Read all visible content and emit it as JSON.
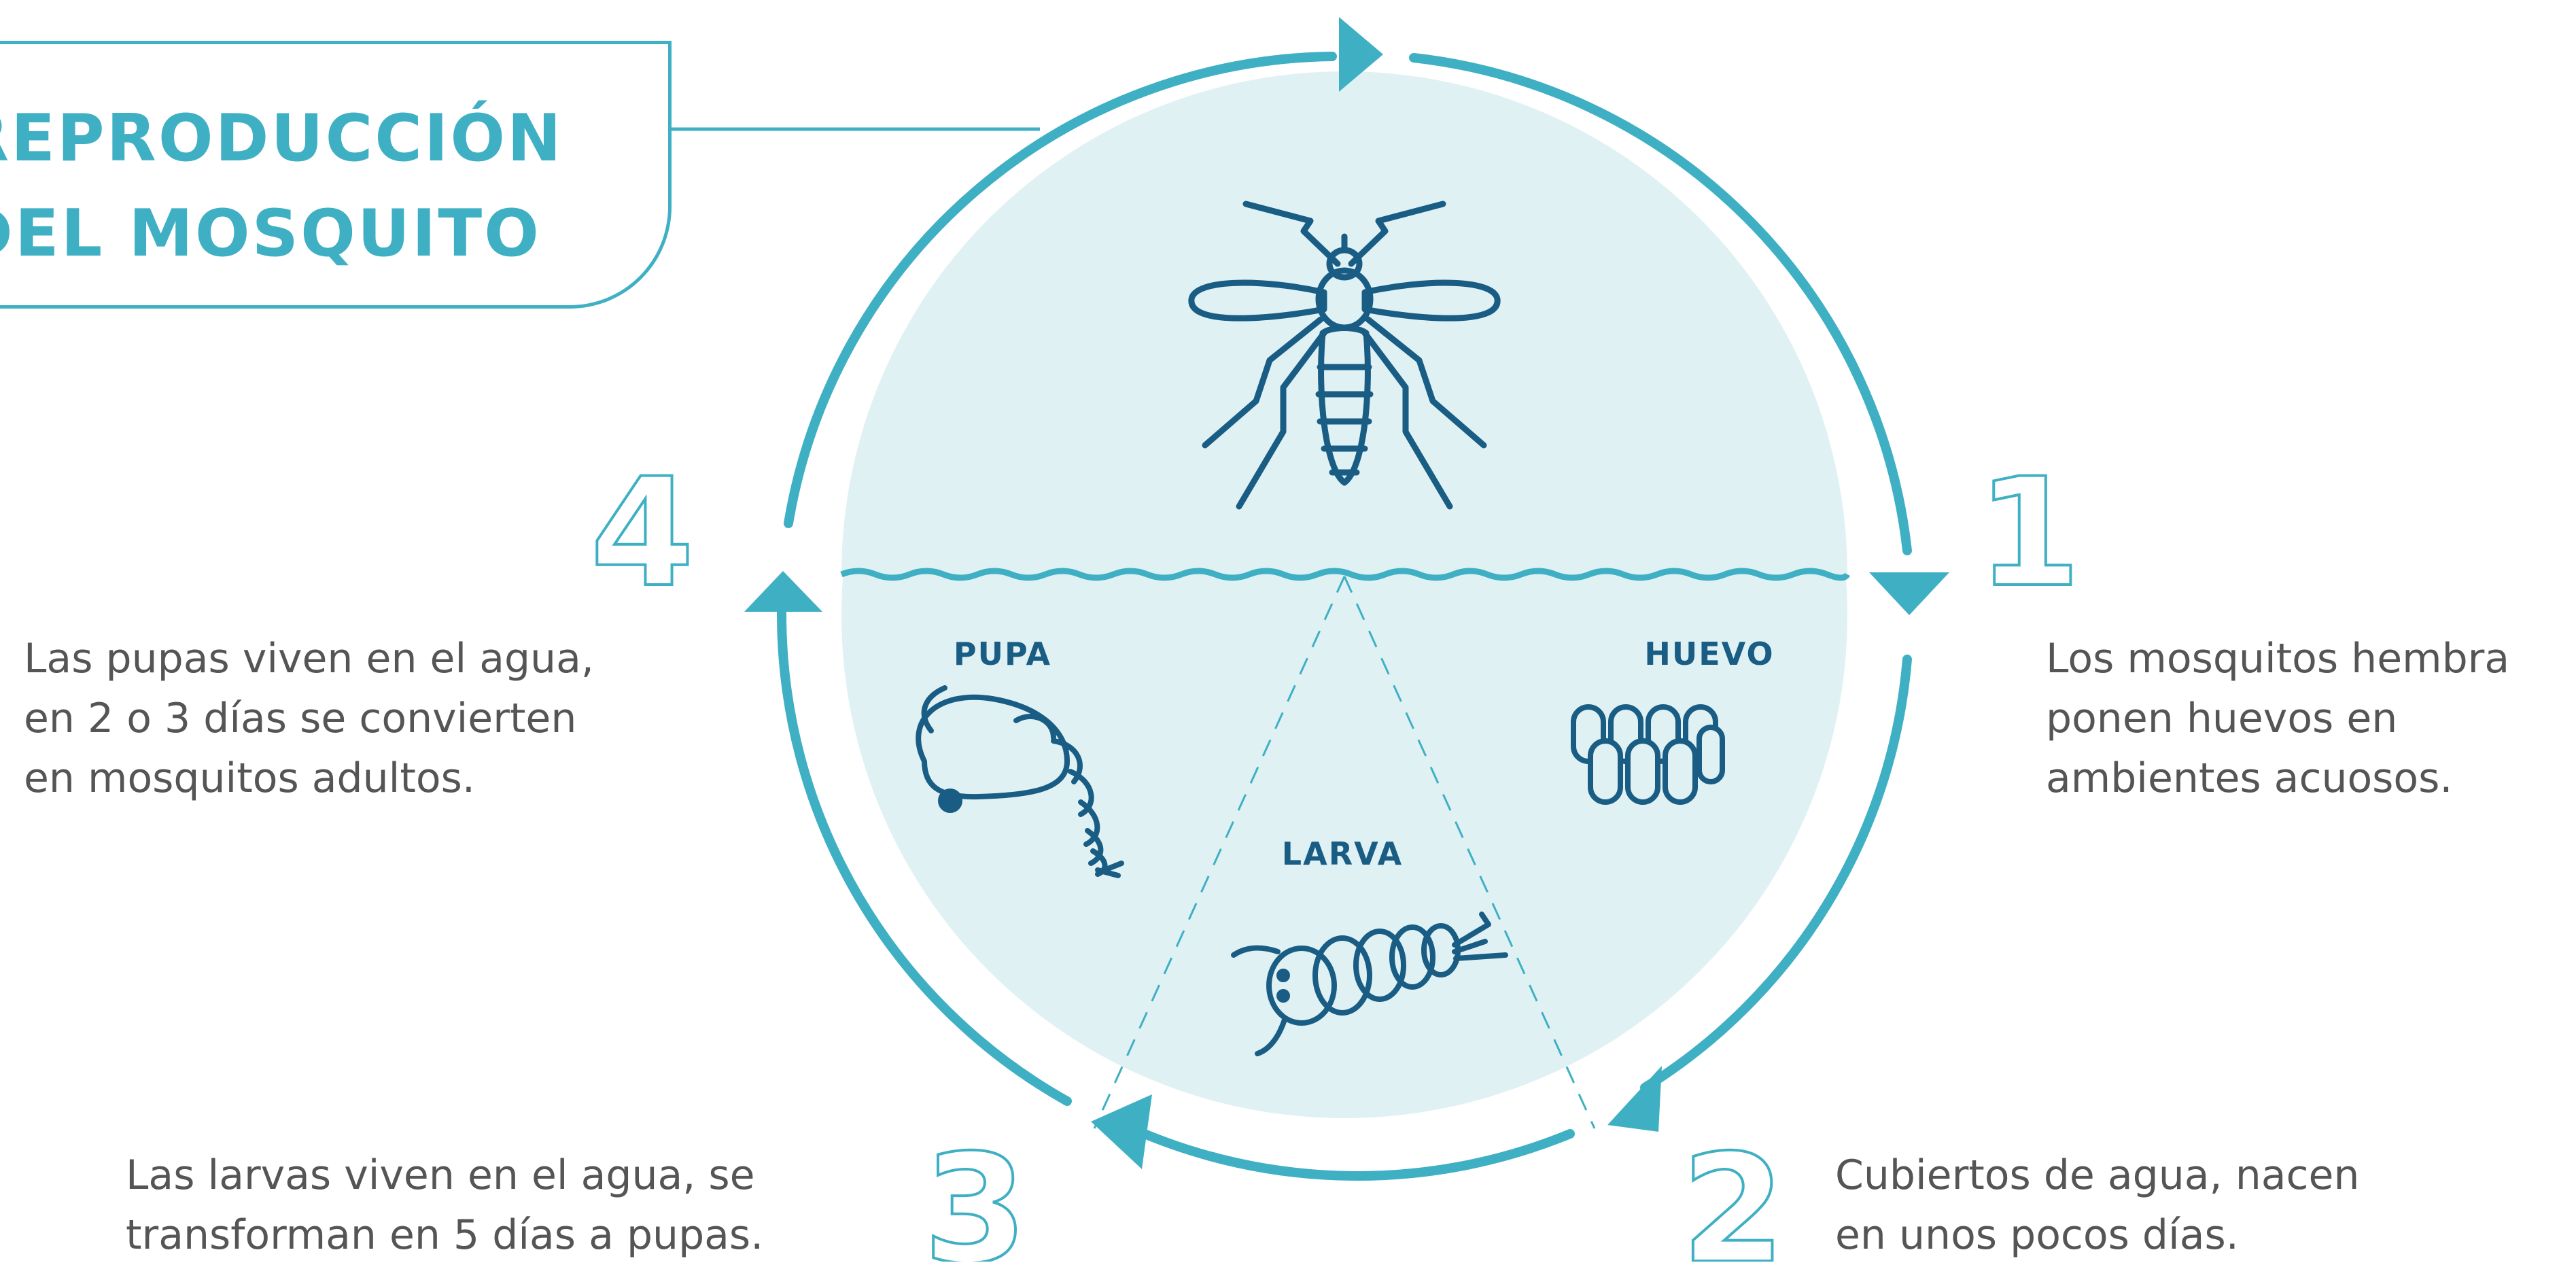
{
  "title": {
    "line1": "REPRODUCCIÓN",
    "line2": "DEL MOSQUITO"
  },
  "stages": {
    "pupa": "PUPA",
    "larva": "LARVA",
    "huevo": "HUEVO"
  },
  "steps": [
    {
      "number": "1",
      "lines": [
        "Los mosquitos hembra",
        "ponen huevos en",
        "ambientes acuosos."
      ]
    },
    {
      "number": "2",
      "lines": [
        "Cubiertos de agua, nacen",
        "en unos pocos días."
      ]
    },
    {
      "number": "3",
      "lines": [
        "Las larvas viven en el agua, se",
        "transforman en 5 días a pupas."
      ]
    },
    {
      "number": "4",
      "lines": [
        "Las pupas viven en el agua,",
        "en 2 o 3 días se convierten",
        "en mosquitos adultos."
      ]
    }
  ],
  "colors": {
    "accent": "#3fb0c4",
    "dark": "#1a5d84",
    "water_fill": "#e0f1f4",
    "text": "#555555"
  },
  "icons": [
    "mosquito-icon",
    "pupa-icon",
    "larva-icon",
    "egg-raft-icon",
    "cycle-arrow-icon"
  ]
}
